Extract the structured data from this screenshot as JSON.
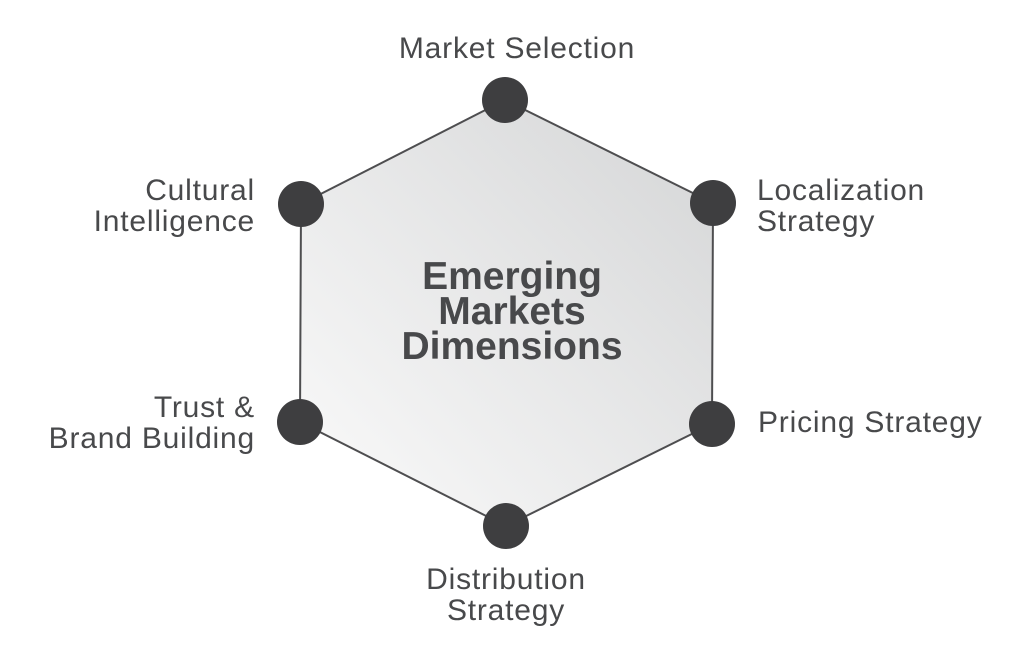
{
  "diagram": {
    "type": "hexagon-spoke-diagram",
    "center_label": {
      "text": "Emerging Markets Dimensions",
      "lines": [
        "Emerging",
        "Markets",
        "Dimensions"
      ]
    },
    "nodes": [
      {
        "id": "market-selection",
        "position": "top",
        "label_lines": [
          "Market Selection"
        ]
      },
      {
        "id": "localization-strategy",
        "position": "upper-right",
        "label_lines": [
          "Localization",
          "Strategy"
        ]
      },
      {
        "id": "pricing-strategy",
        "position": "lower-right",
        "label_lines": [
          "Pricing Strategy"
        ]
      },
      {
        "id": "distribution-strategy",
        "position": "bottom",
        "label_lines": [
          "Distribution",
          "Strategy"
        ]
      },
      {
        "id": "trust-brand-building",
        "position": "lower-left",
        "label_lines": [
          "Trust &",
          "Brand Building"
        ]
      },
      {
        "id": "cultural-intelligence",
        "position": "upper-left",
        "label_lines": [
          "Cultural",
          "Intelligence"
        ]
      }
    ],
    "colors": {
      "background": "#ffffff",
      "node_fill": "#3e3e40",
      "outline": "#4e4e50",
      "text": "#48494b",
      "hex_gradient_light": "#fbfbfb",
      "hex_gradient_dark": "#d4d5d6"
    }
  }
}
